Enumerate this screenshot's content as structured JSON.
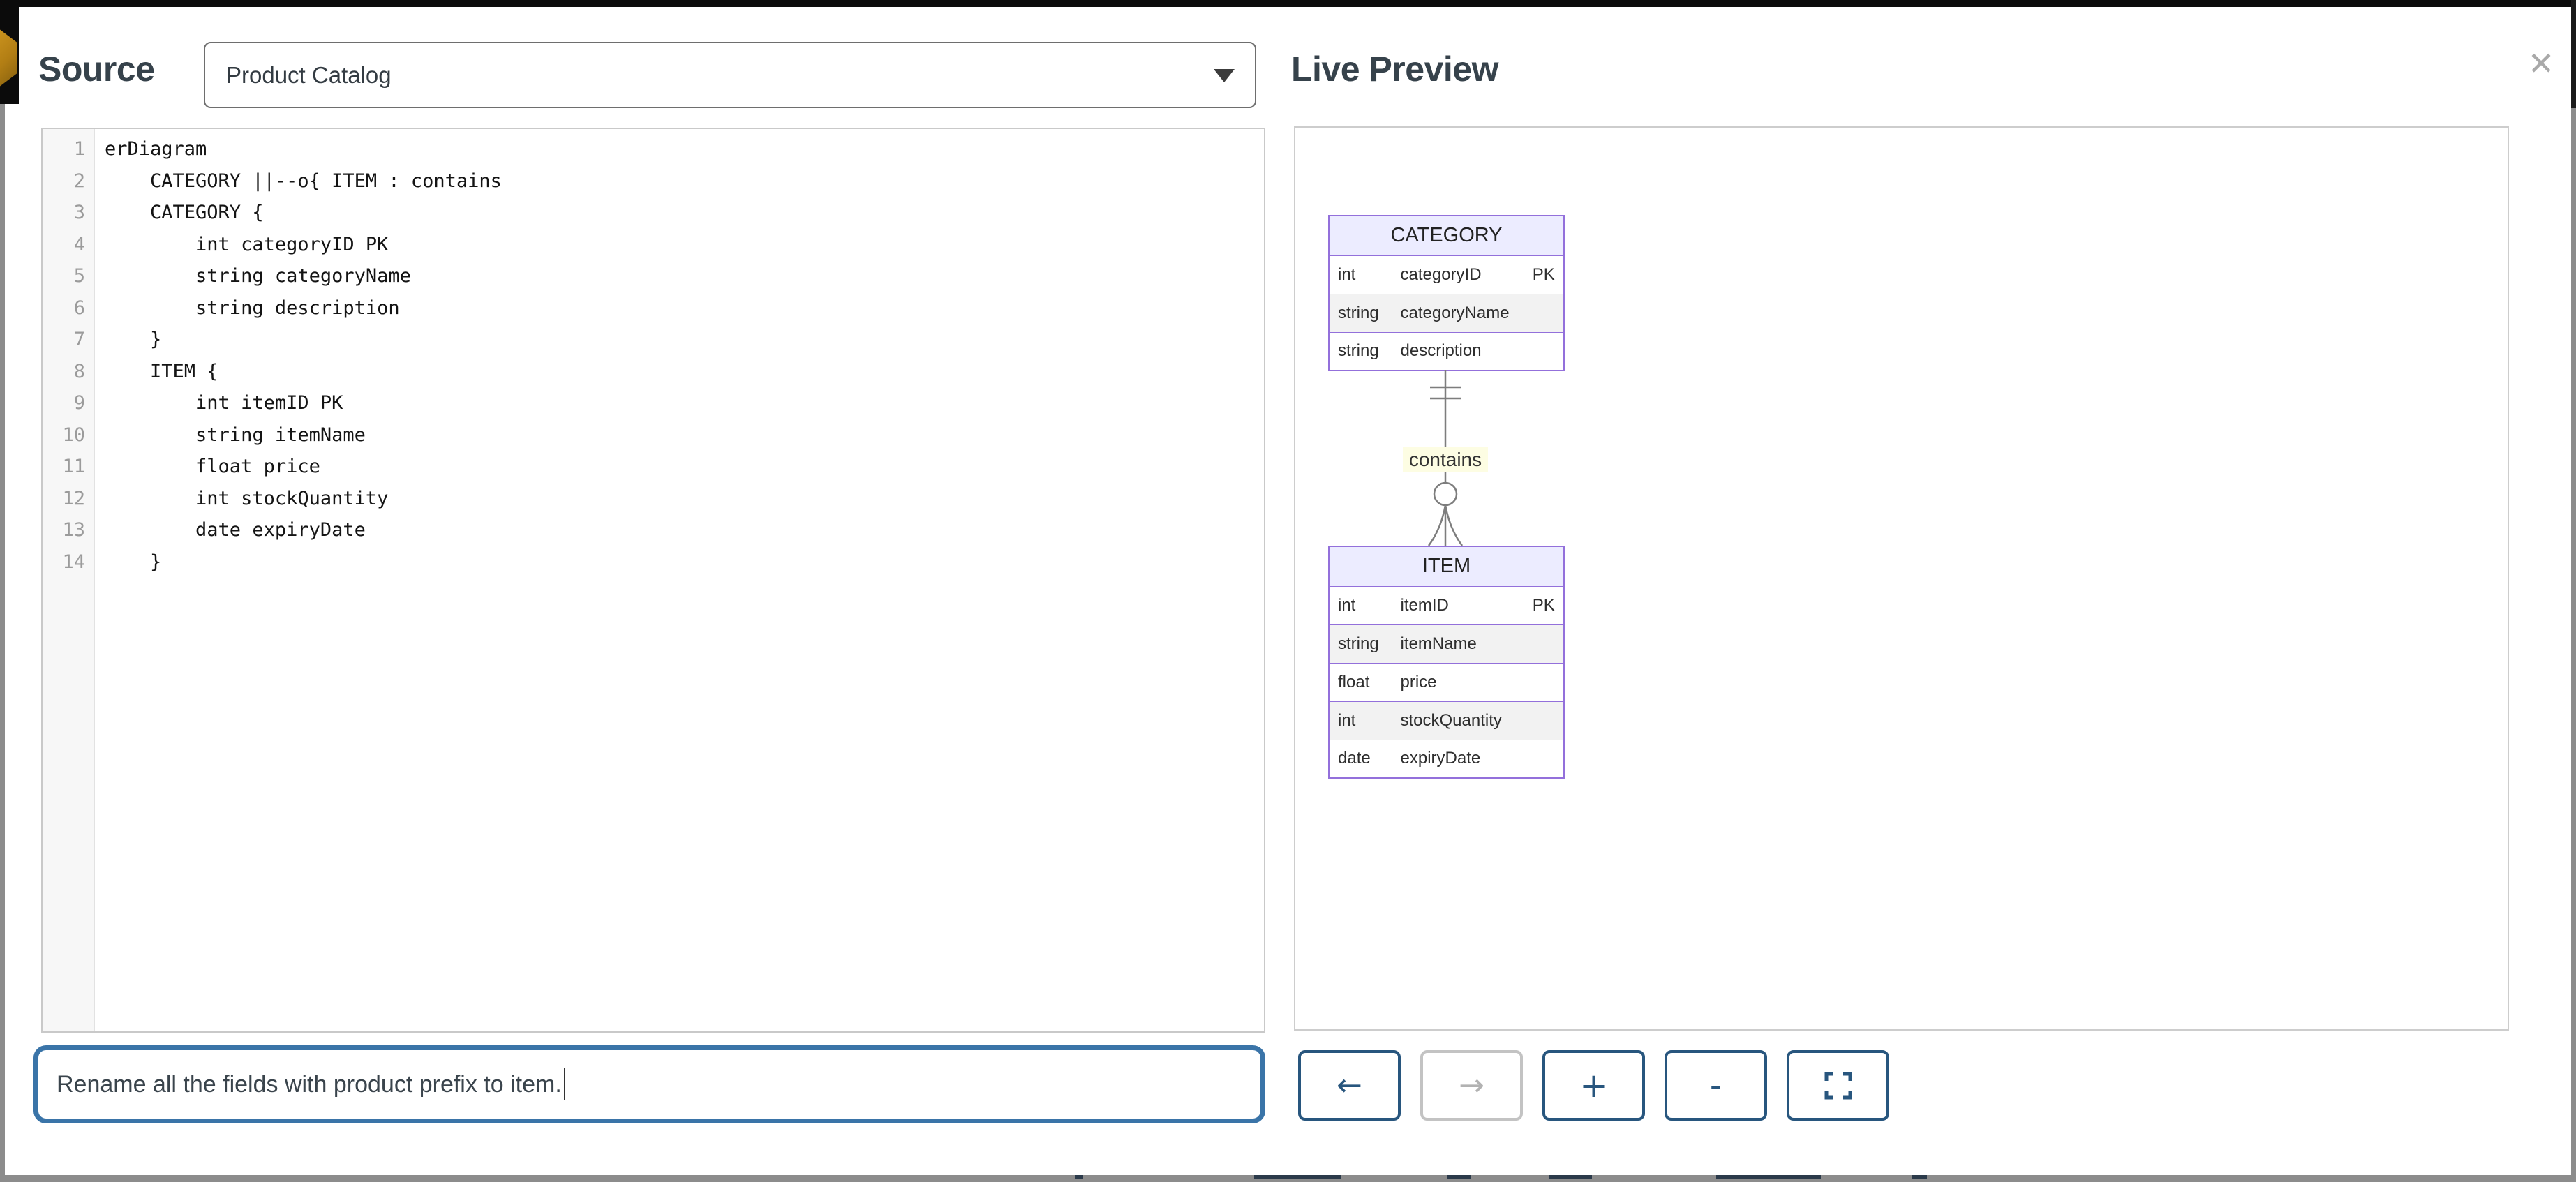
{
  "dialog": {
    "source_heading": "Source",
    "preview_heading": "Live Preview",
    "close_icon": "✕"
  },
  "source_panel": {
    "diagram_select": {
      "value": "Product Catalog"
    },
    "editor_lines": [
      "erDiagram",
      "    CATEGORY ||--o{ ITEM : contains",
      "    CATEGORY {",
      "        int categoryID PK",
      "        string categoryName",
      "        string description",
      "    }",
      "    ITEM {",
      "        int itemID PK",
      "        string itemName",
      "        float price",
      "        int stockQuantity",
      "        date expiryDate",
      "    }"
    ]
  },
  "prompt_bar": {
    "input_value": "Rename all the fields with product prefix to item."
  },
  "preview_controls": {
    "back_label": "←",
    "forward_label": "→",
    "zoom_in_label": "+",
    "zoom_out_label": "-"
  },
  "diagram": {
    "relationship_label": "contains",
    "entities": [
      {
        "name": "CATEGORY",
        "attributes": [
          {
            "type": "int",
            "name": "categoryID",
            "key": "PK"
          },
          {
            "type": "string",
            "name": "categoryName",
            "key": ""
          },
          {
            "type": "string",
            "name": "description",
            "key": ""
          }
        ]
      },
      {
        "name": "ITEM",
        "attributes": [
          {
            "type": "int",
            "name": "itemID",
            "key": "PK"
          },
          {
            "type": "string",
            "name": "itemName",
            "key": ""
          },
          {
            "type": "float",
            "name": "price",
            "key": ""
          },
          {
            "type": "int",
            "name": "stockQuantity",
            "key": ""
          },
          {
            "type": "date",
            "name": "expiryDate",
            "key": ""
          }
        ]
      }
    ],
    "colors": {
      "entity_header_bg": "#ECECFF",
      "entity_border": "#9370DB",
      "alt_row_bg": "#f2f2f2",
      "relationship_line": "#7d7d7d",
      "label_bg": "#fdfde3"
    }
  }
}
